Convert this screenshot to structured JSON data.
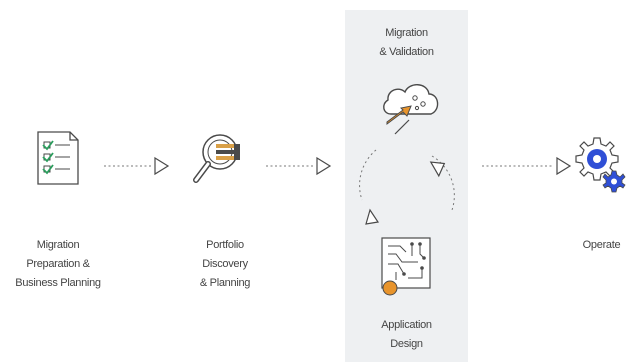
{
  "stages": [
    {
      "id": "preparation",
      "lines": [
        "Migration",
        "Preparation &",
        "Business Planning"
      ]
    },
    {
      "id": "portfolio",
      "lines": [
        "Portfolio",
        "Discovery",
        "& Planning"
      ]
    },
    {
      "id": "migration",
      "lines": [
        "Migration",
        "& Validation"
      ]
    },
    {
      "id": "application",
      "lines": [
        "Application",
        "Design"
      ]
    },
    {
      "id": "operate",
      "lines": [
        "Operate"
      ]
    }
  ],
  "colors": {
    "panel": "#eef0f2",
    "line": "#4a4a4a",
    "checkmark": "#2a9d5c",
    "magnifier_accent": "#d9a048",
    "cloud_orange": "#e8942c",
    "gear_blue": "#2f4fd6"
  },
  "icons": [
    "checklist-icon",
    "magnifier-icon",
    "cloud-upload-icon",
    "circuit-board-icon",
    "gears-icon"
  ]
}
